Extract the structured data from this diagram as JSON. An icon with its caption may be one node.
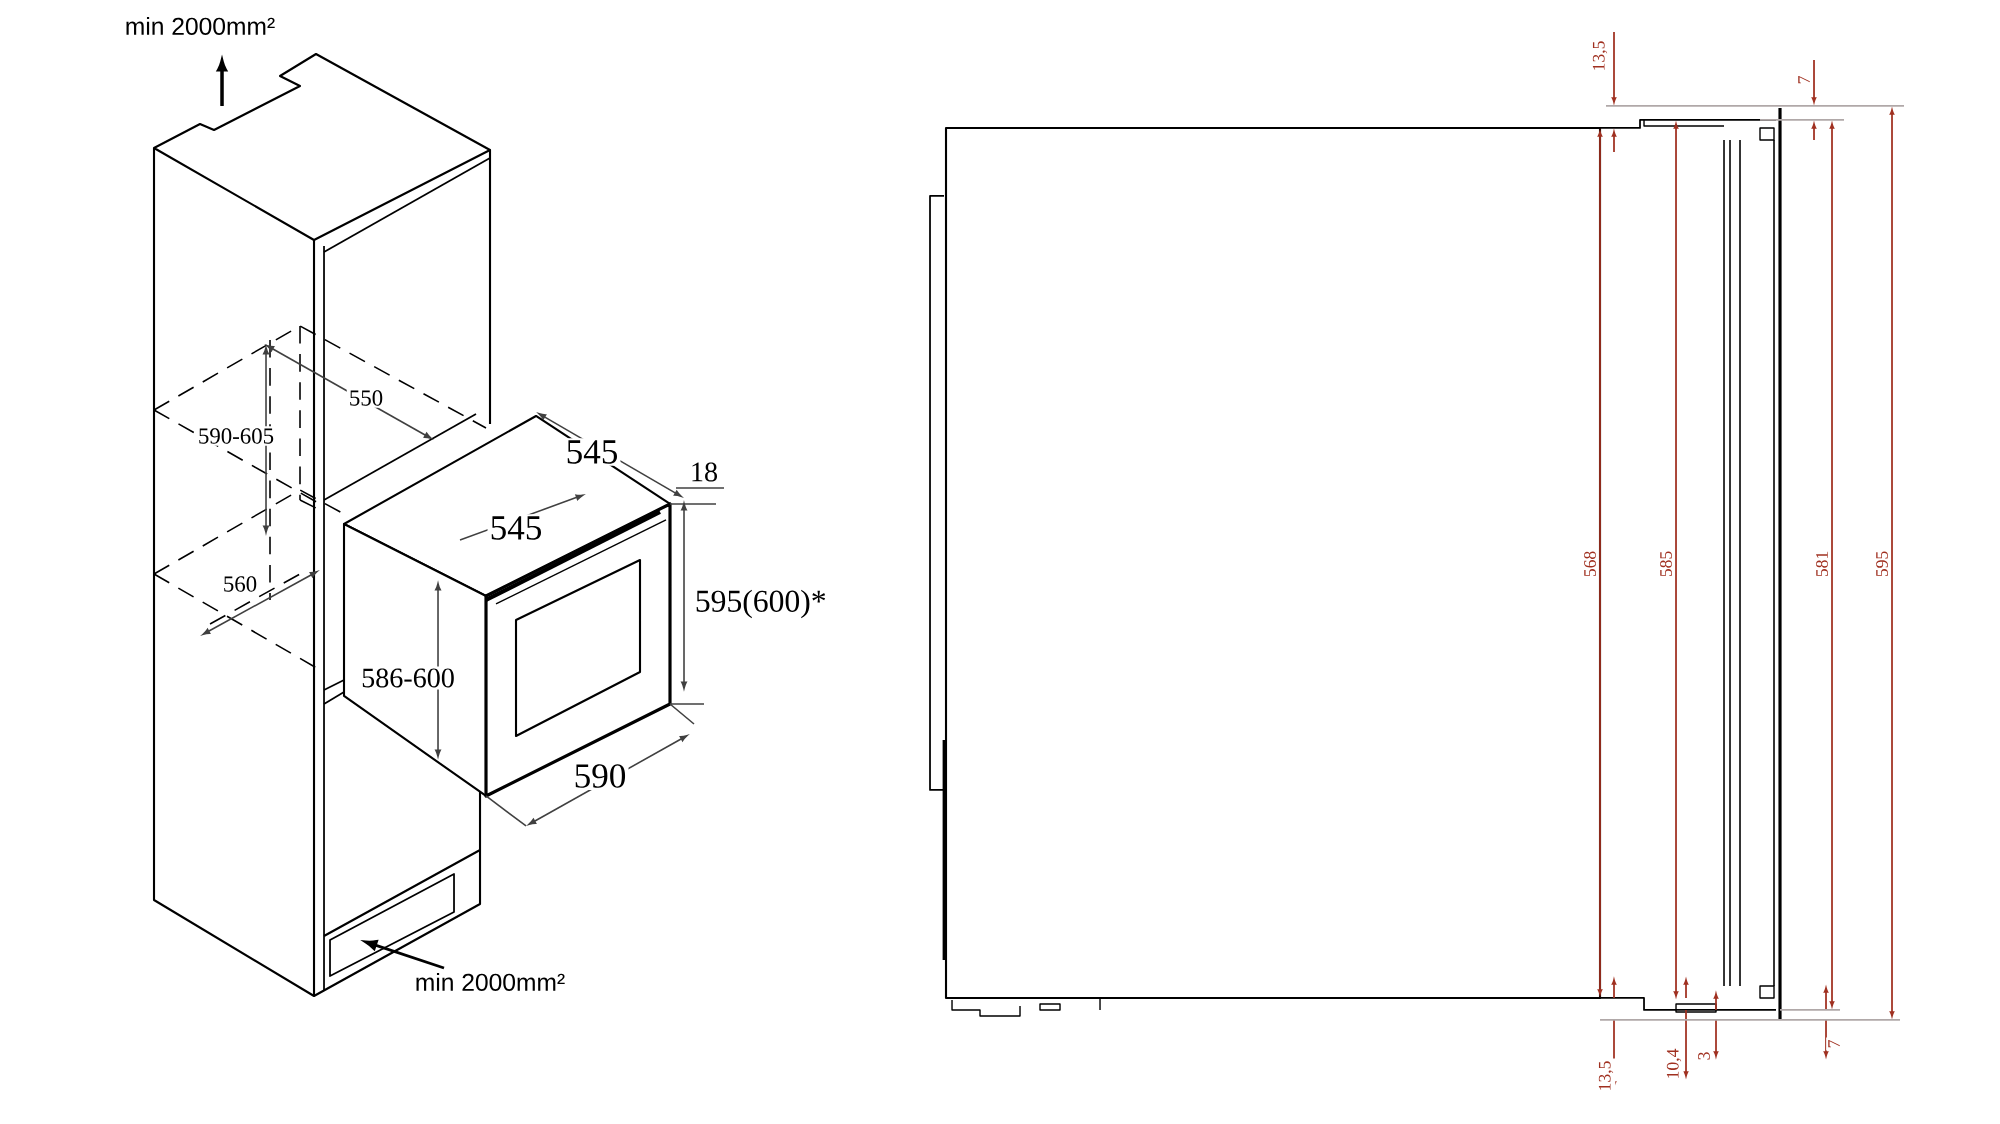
{
  "diagram": {
    "labels": [
      "min 2000mm²",
      "550",
      "590-605",
      "545",
      "18",
      "545",
      "560",
      "595(600)*",
      "586-600",
      "590",
      "min 2000mm²",
      "13,5",
      "7",
      "568",
      "585",
      "581",
      "595",
      "13,5",
      "10,4",
      "3",
      "7"
    ]
  }
}
